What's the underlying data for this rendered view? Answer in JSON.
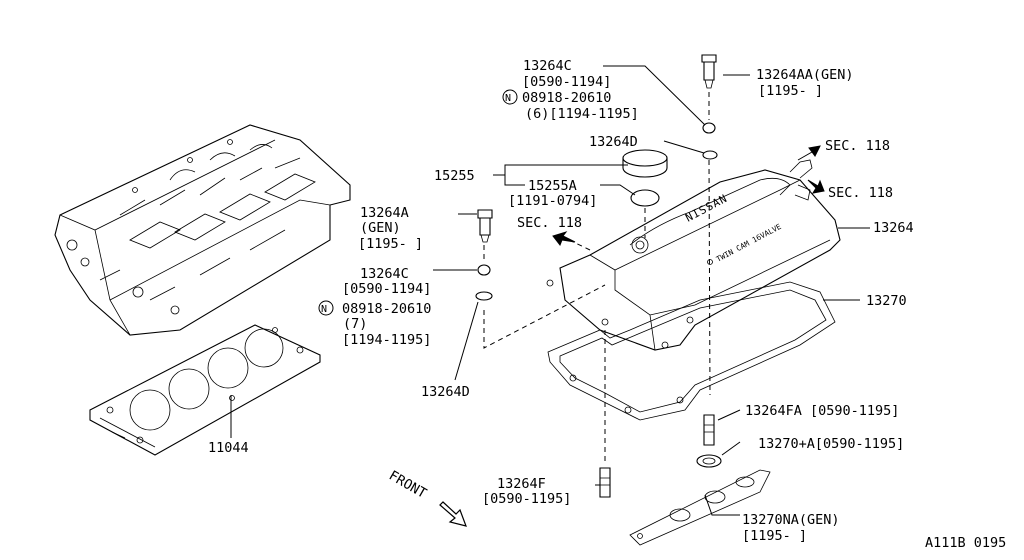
{
  "labels": {
    "l13264C_top": "13264C",
    "l13264C_top_date": "[0590-1194]",
    "n_mark": "N",
    "l08918_top": "08918-20610",
    "l08918_top_sub": "(6)[1194-1195]",
    "l13264D_top": "13264D",
    "l13264AA": "13264AA(GEN)",
    "l13264AA_date": "[1195-     ]",
    "sec118_a": "SEC. 118",
    "sec118_b": "SEC. 118",
    "sec118_c": "SEC. 118",
    "l15255": "15255",
    "l15255A": "15255A",
    "l15255A_date": "[1191-0794]",
    "l13264A": "13264A",
    "l13264A_gen": "(GEN)",
    "l13264A_date": "[1195-     ]",
    "l13264": "13264",
    "l13264C_mid": "13264C",
    "l13264C_mid_date": "[0590-1194]",
    "l08918_mid": "08918-20610",
    "l08918_mid_qty": "(7)",
    "l08918_mid_date": "[1194-1195]",
    "l13270": "13270",
    "l13264D_bot": "13264D",
    "l13264FA": "13264FA [0590-1195]",
    "l13270A": "13270+A[0590-1195]",
    "l11044": "11044",
    "l13264F": "13264F",
    "l13264F_date": "[0590-1195]",
    "front": "FRONT",
    "l13270NA": "13270NA(GEN)",
    "l13270NA_date": "[1195-     ]",
    "ref_code": "A111B 0195",
    "cover_brand": "NISSAN",
    "cover_text": "TWIN CAM 16VALVE"
  }
}
